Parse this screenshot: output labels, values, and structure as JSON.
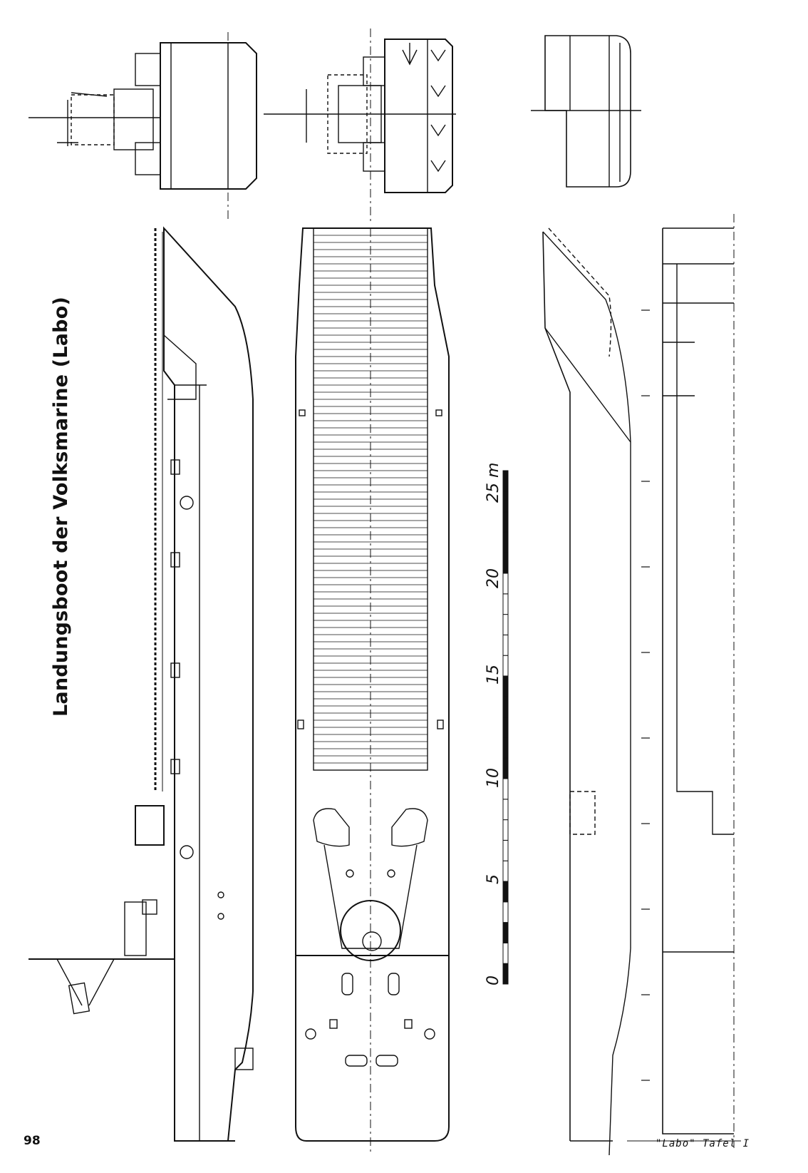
{
  "title": "Landungsboot der Volksmarine (Labo)",
  "page_number": "98",
  "caption": "\"Labo\" Tafel I",
  "scale": {
    "unit": "m",
    "ticks": [
      "0",
      "5",
      "10",
      "15",
      "20",
      "25 m"
    ]
  },
  "views": [
    "side-elevation",
    "deck-plan",
    "body-plan-front",
    "body-plan-rear",
    "hull-lines-profile",
    "hull-lines-plan"
  ]
}
